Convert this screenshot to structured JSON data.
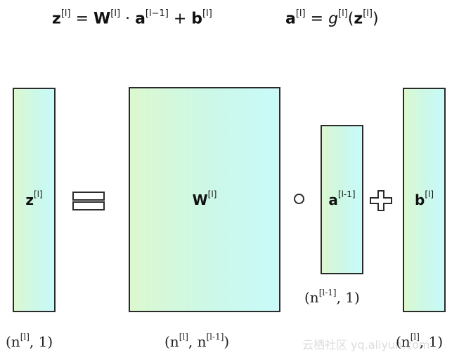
{
  "formulas": {
    "z_symbol": "z",
    "layer_sup": "[l]",
    "eq": "=",
    "W_symbol": "W",
    "dot": "·",
    "a_symbol": "a",
    "prev_layer_sup": "[l−1]",
    "plus": "+",
    "b_symbol": "b",
    "g_symbol": "g",
    "open_paren": "(",
    "close_paren": ")"
  },
  "matrices": {
    "z": {
      "symbol": "z",
      "sup": "[l]",
      "dims_prefix": "(n",
      "dims_sup": "[l]",
      "dims_suffix": ", 1)"
    },
    "w": {
      "symbol": "W",
      "sup": "[l]",
      "dims_prefix": "(n",
      "dims_sup1": "[l]",
      "dims_mid": ", n",
      "dims_sup2": "[l-1]",
      "dims_suffix": ")"
    },
    "a": {
      "symbol": "a",
      "sup": "[l-1]",
      "dims_prefix": "(n",
      "dims_sup": "[l-1]",
      "dims_suffix": ", 1)"
    },
    "b": {
      "symbol": "b",
      "sup": "[l]",
      "dims_prefix": "(n",
      "dims_sup": "[l]",
      "dims_suffix": ", 1)"
    }
  },
  "watermark": "云栖社区 yq.aliyun.com",
  "colors": {
    "fill_left": "#dcf8cf",
    "fill_right": "#c8fafa",
    "stroke": "#2b2b2b"
  }
}
